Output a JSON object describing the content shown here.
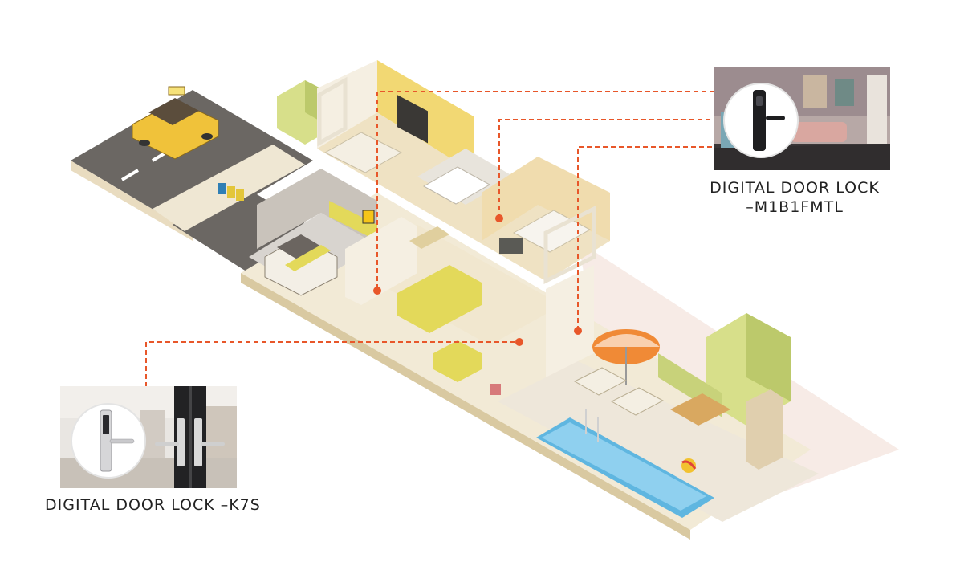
{
  "products": [
    {
      "id": "m1b1fmtl",
      "label_line1": "DIGITAL DOOR LOCK",
      "label_line2": "–M1B1FMTL"
    },
    {
      "id": "k7s",
      "label": "DIGITAL DOOR LOCK –K7S"
    }
  ],
  "colors": {
    "callout_line": "#e8572a",
    "wall": "#f3e7c9",
    "accent_yellow": "#e3d95a",
    "pool": "#5fb6e0",
    "road": "#6b6763"
  }
}
